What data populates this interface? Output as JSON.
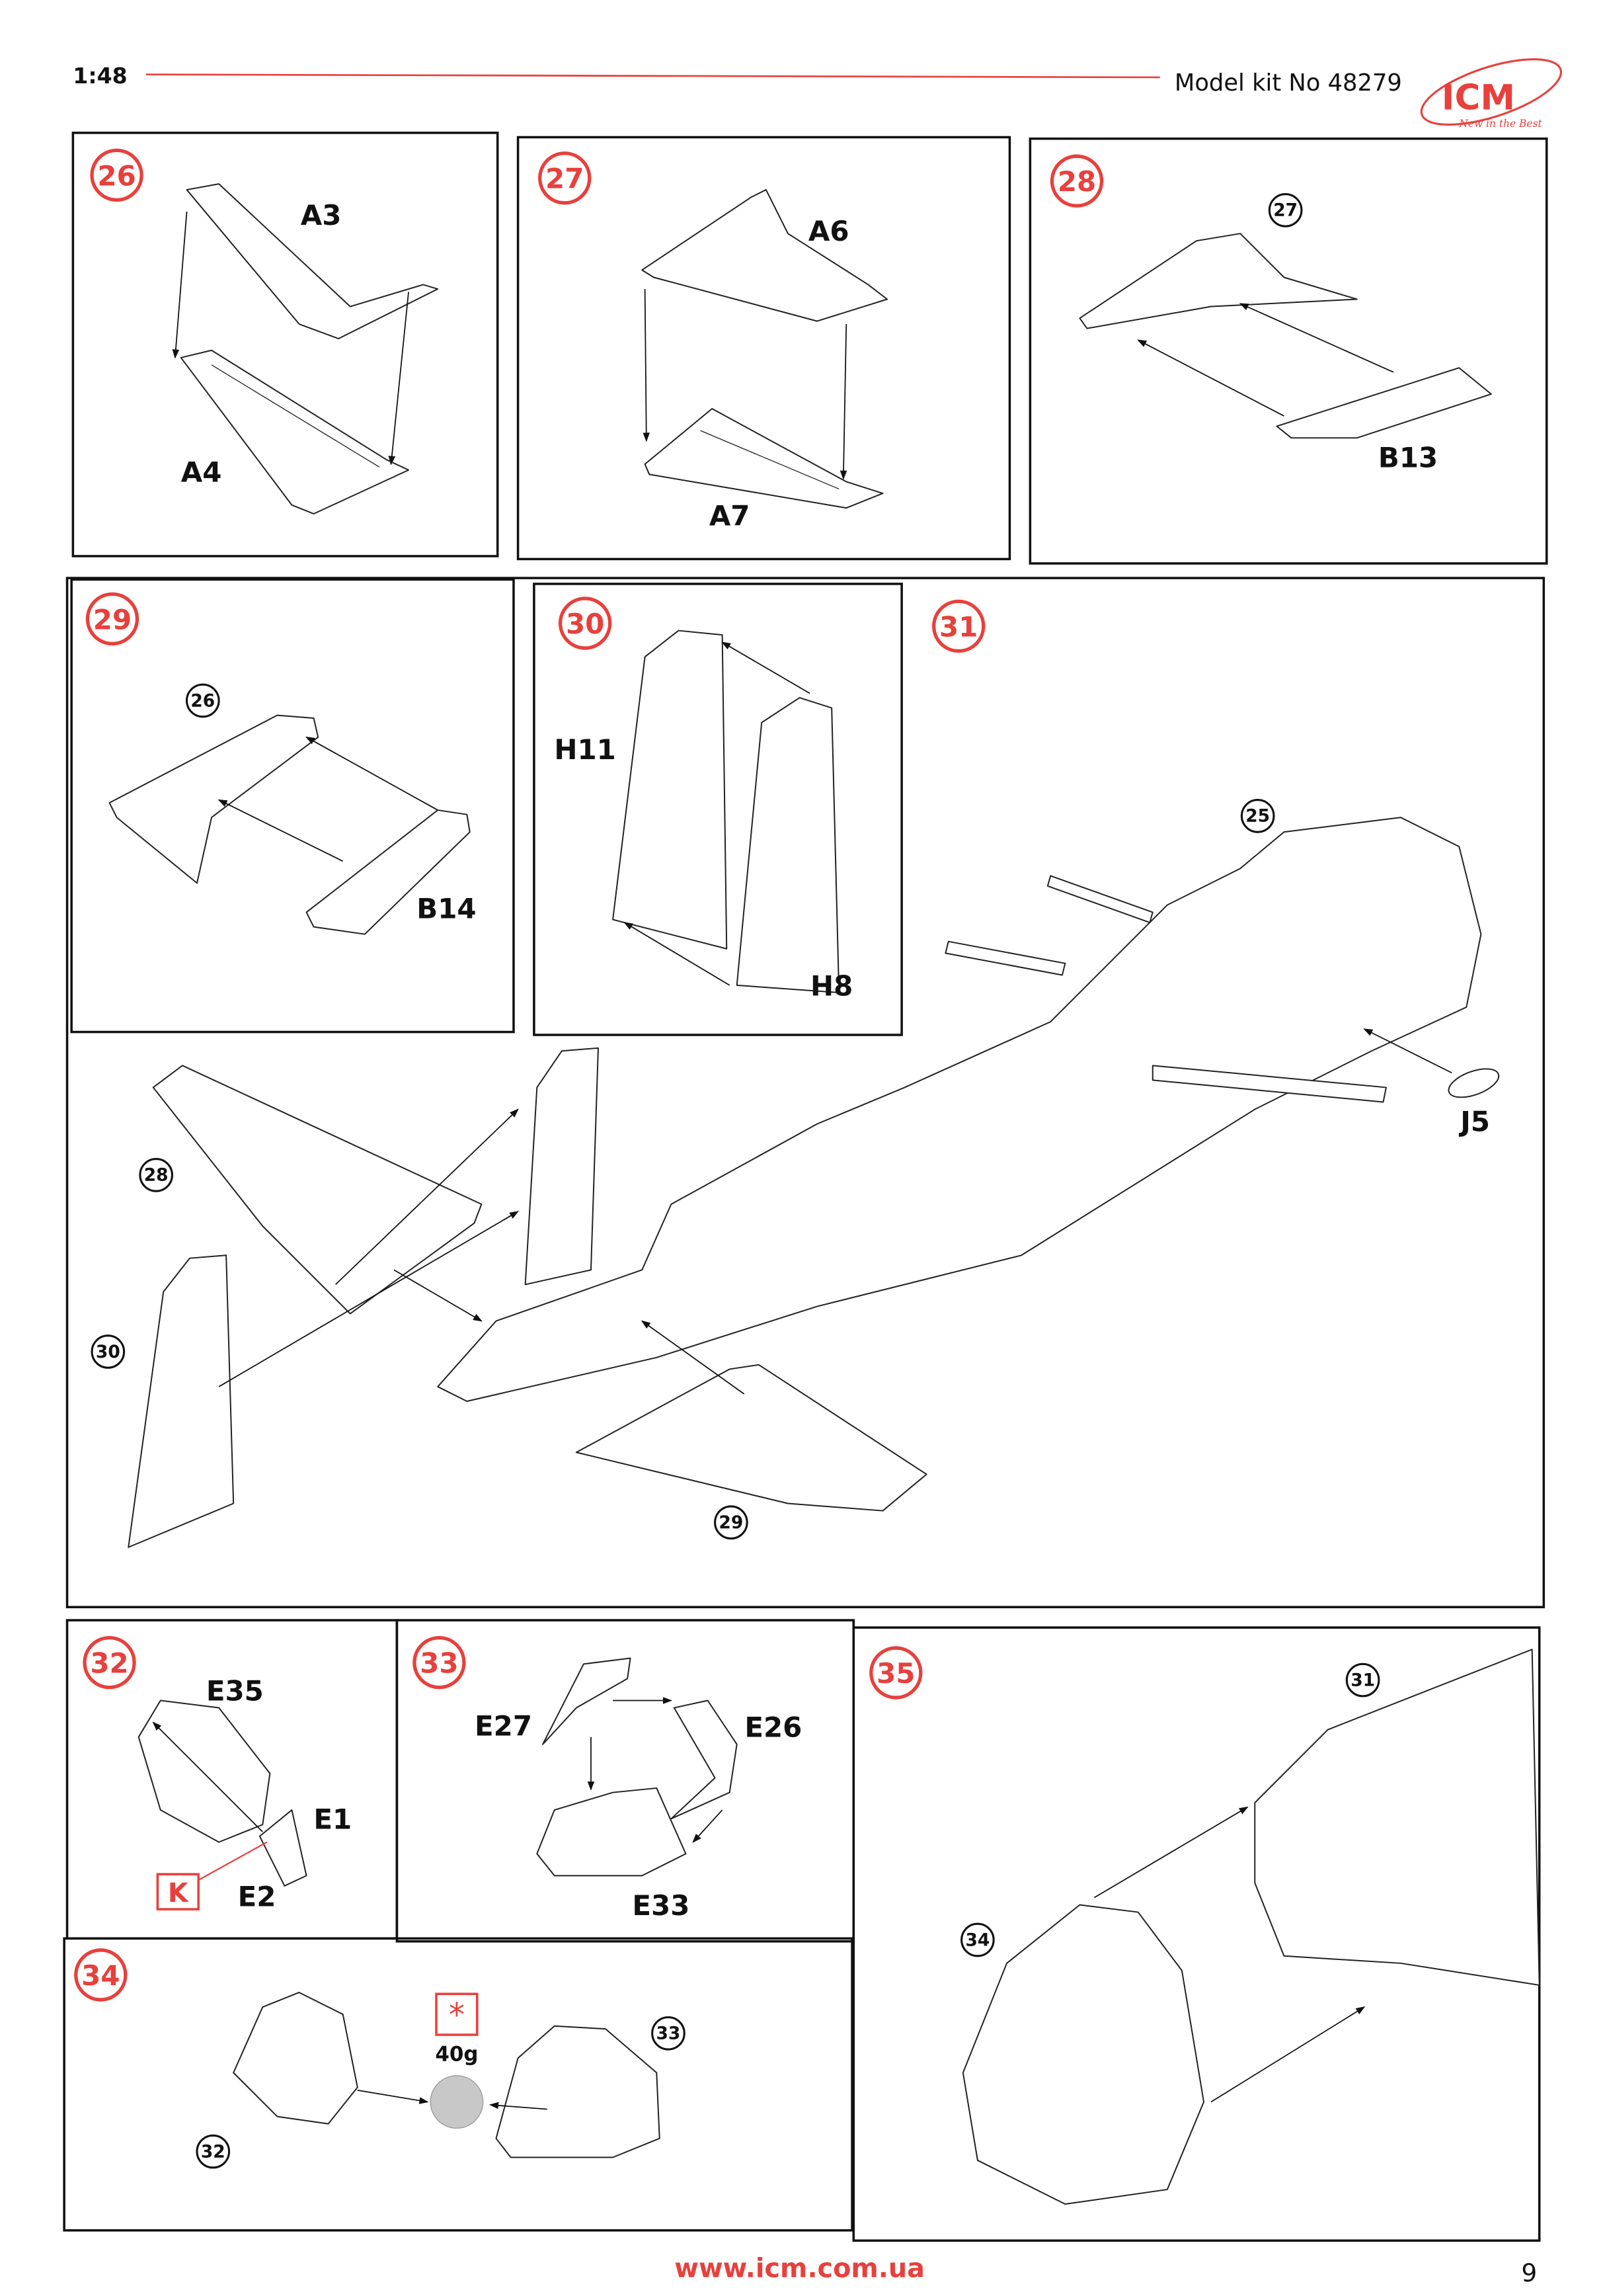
{
  "header": {
    "scale": "1:48",
    "kit_number": "Model kit No 48279",
    "logo": "ICM",
    "tagline": "New in the Best"
  },
  "colors": {
    "accent": "#e8403c",
    "ink": "#111111"
  },
  "steps": {
    "s26": {
      "number": "26",
      "parts": [
        "A3",
        "A4"
      ]
    },
    "s27": {
      "number": "27",
      "parts": [
        "A6",
        "A7"
      ]
    },
    "s28": {
      "number": "28",
      "ref": "27",
      "parts": [
        "B13"
      ]
    },
    "s29": {
      "number": "29",
      "ref": "26",
      "parts": [
        "B14"
      ]
    },
    "s30": {
      "number": "30",
      "parts": [
        "H11",
        "H8"
      ]
    },
    "s31": {
      "number": "31",
      "refs": [
        "25",
        "28",
        "30",
        "29"
      ],
      "parts": [
        "J5"
      ]
    },
    "s32": {
      "number": "32",
      "parts": [
        "E35",
        "E1",
        "E2"
      ],
      "paint_code": "K"
    },
    "s33": {
      "number": "33",
      "parts": [
        "E27",
        "E26",
        "E33"
      ]
    },
    "s34": {
      "number": "34",
      "refs": [
        "33",
        "32"
      ],
      "weight": "40g",
      "weight_icon": "asterisk-box-icon"
    },
    "s35": {
      "number": "35",
      "refs": [
        "31",
        "34"
      ]
    }
  },
  "footer": {
    "url": "www.icm.com.ua",
    "page": "9"
  }
}
